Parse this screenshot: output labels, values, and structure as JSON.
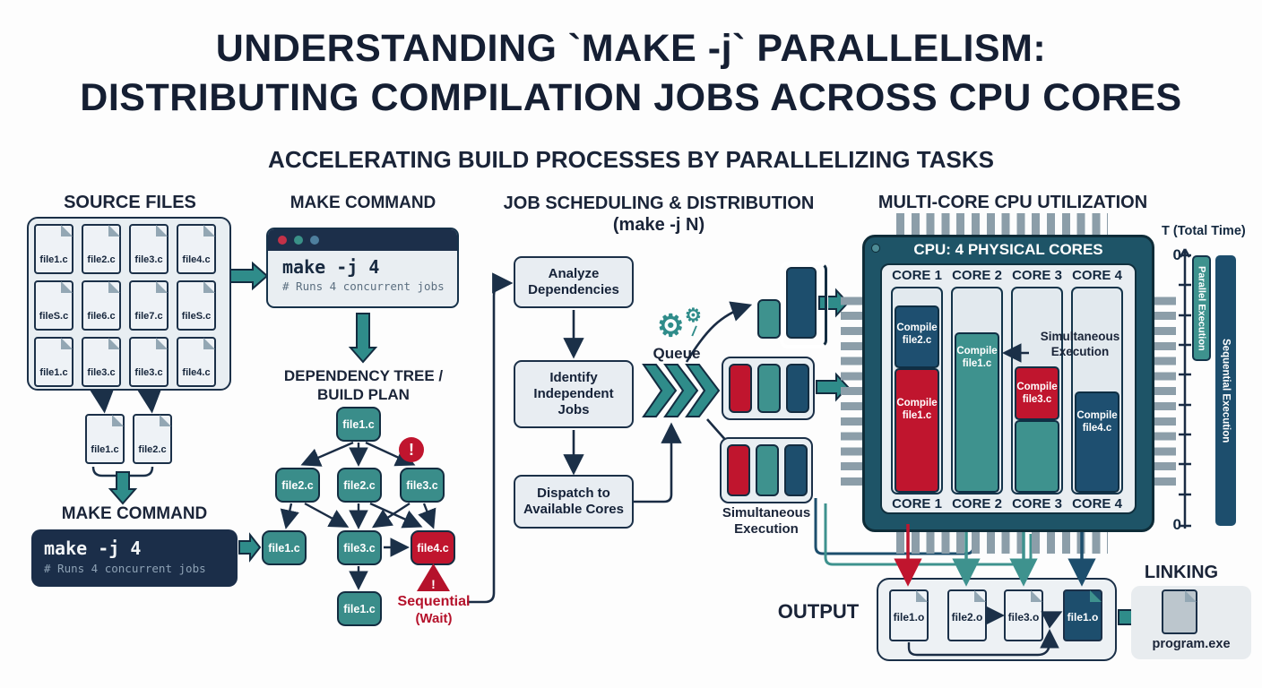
{
  "title": {
    "line1": "UNDERSTANDING `MAKE -j` PARALLELISM:",
    "line2": "DISTRIBUTING COMPILATION JOBS ACROSS CPU CORES",
    "subtitle": "ACCELERATING BUILD PROCESSES BY PARALLELIZING TASKS"
  },
  "source_files": {
    "heading": "SOURCE FILES",
    "grid": [
      "file1.c",
      "file2.c",
      "file3.c",
      "file4.c",
      "fileS.c",
      "file6.c",
      "file7.c",
      "fileS.c",
      "file1.c",
      "file3.c",
      "file3.c",
      "file4.c"
    ],
    "picked": [
      "file1.c",
      "file2.c"
    ]
  },
  "make_command_top": {
    "heading": "MAKE COMMAND",
    "command": "make -j 4",
    "comment": "# Runs 4 concurrent jobs"
  },
  "dependency_tree": {
    "heading_line1": "DEPENDENCY TREE /",
    "heading_line2": "BUILD PLAN",
    "nodes": {
      "n1": "file1.c",
      "n2": "file2.c",
      "n3": "file2.c",
      "n4": "file3.c",
      "n5": "file1.c",
      "n6": "file3.c",
      "n7": "file4.c",
      "n8": "file1.c"
    },
    "alert": "!",
    "warning_line1": "Sequential",
    "warning_line2": "(Wait)"
  },
  "make_command_bottom": {
    "heading": "MAKE COMMAND",
    "command": "make -j 4",
    "comment": "# Runs 4 concurrent jobs"
  },
  "job_scheduling": {
    "heading": "JOB SCHEDULING & DISTRIBUTION",
    "subheading": "(make -j N)",
    "step1_line1": "Analyze",
    "step1_line2": "Dependencies",
    "step2_line1": "Identify",
    "step2_line2": "Independent",
    "step2_line3": "Jobs",
    "step3_line1": "Dispatch to",
    "step3_line2": "Available Cores",
    "queue_label": "Queue",
    "simultaneous_line1": "Simultaneous",
    "simultaneous_line2": "Execution"
  },
  "cpu": {
    "heading": "MULTI-CORE CPU UTILIZATION",
    "chip_title": "CPU: 4 PHYSICAL CORES",
    "core_headers": [
      "CORE 1",
      "CORE 2",
      "CORE 3",
      "CORE 4"
    ],
    "core_footers": [
      "CORE 1",
      "CORE 2",
      "CORE 3",
      "CORE 4"
    ],
    "tasks": {
      "core1_a": "Compile file2.c",
      "core1_b": "Compile file1.c",
      "core2_a": "Compile file1.c",
      "core3_a": "Compile file3.c",
      "core4_a": "Compile file4.c"
    },
    "simultaneous_line1": "Simultaneous",
    "simultaneous_line2": "Execution"
  },
  "time_axis": {
    "label": "T (Total Time)",
    "top_tick": "0",
    "bottom_tick": "0",
    "parallel_label": "Parallel Execution",
    "sequential_label": "Sequential Execution"
  },
  "output": {
    "heading": "OUTPUT",
    "files": [
      "file1.o",
      "file2.o",
      "file3.o",
      "file1.o"
    ]
  },
  "linking": {
    "heading": "LINKING",
    "program": "program.exe"
  },
  "colors": {
    "navy": "#1b3048",
    "teal": "#2f8c8a",
    "teal_block": "#3e928e",
    "dark_blue": "#1d4e6d",
    "red": "#c0152e",
    "light_panel": "#e8eef2"
  }
}
